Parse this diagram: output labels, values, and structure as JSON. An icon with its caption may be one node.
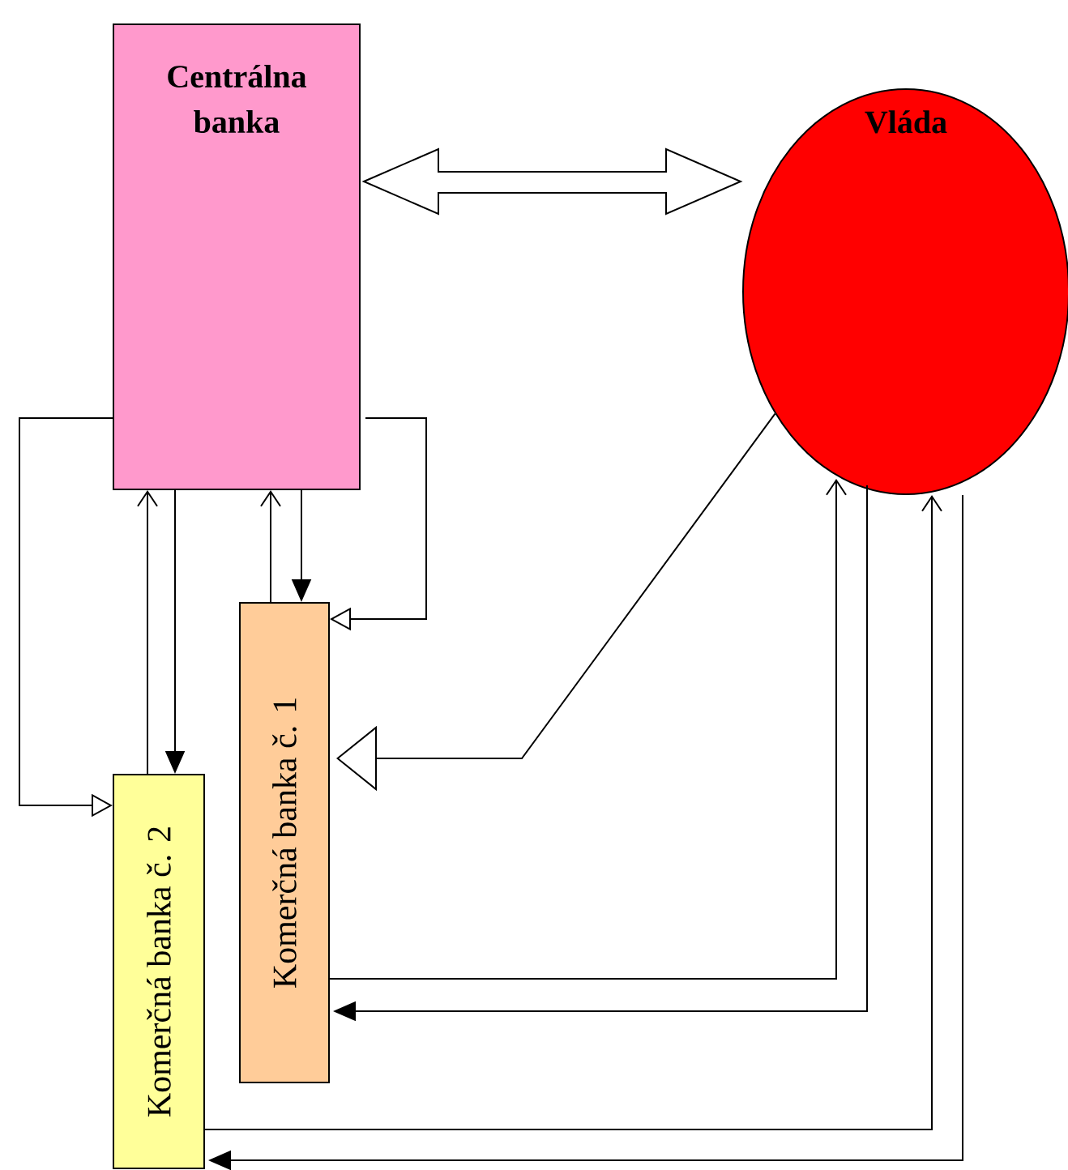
{
  "diagram": {
    "nodes": [
      {
        "text": [
          "Centrálna banka"
        ]
      },
      {
        "text": [
          "Vláda"
        ]
      },
      {
        "text": [
          "Komerčná banka č. 1"
        ]
      },
      {
        "text": [
          "Komerčná banka č. 2"
        ]
      }
    ],
    "edges": [
      {
        "from": 0,
        "to": 1,
        "arrow": "both"
      },
      {
        "from": 2,
        "to": 0,
        "arrow": "to"
      },
      {
        "from": 0,
        "to": 2,
        "arrow": "to"
      },
      {
        "from": 3,
        "to": 0,
        "arrow": "to"
      },
      {
        "from": 0,
        "to": 3,
        "arrow": "to"
      },
      {
        "from": 0,
        "to": 2,
        "arrow": "to"
      },
      {
        "from": 0,
        "to": 3,
        "arrow": "to"
      },
      {
        "from": 1,
        "to": 2,
        "arrow": "to"
      },
      {
        "from": 2,
        "to": 1,
        "arrow": "to"
      },
      {
        "from": 1,
        "to": 2,
        "arrow": "to"
      },
      {
        "from": 3,
        "to": 1,
        "arrow": "to"
      },
      {
        "from": 1,
        "to": 3,
        "arrow": "to"
      }
    ]
  }
}
